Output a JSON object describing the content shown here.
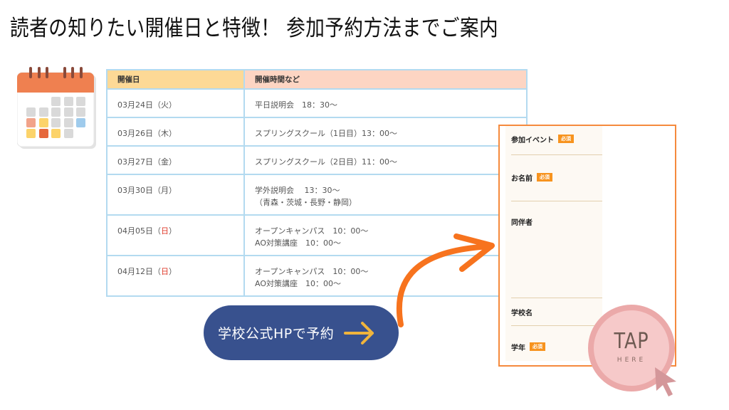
{
  "header": {
    "title": "読者の知りたい開催日と特徴！ 参加予約方法までご案内"
  },
  "calendar_icon": {
    "name": "calendar-icon",
    "colors": {
      "header": "#ef8050",
      "rings": "#8a4a3a",
      "cell_gray": "#d9d9d9",
      "cell_salmon": "#f2a38a",
      "cell_yellow": "#fcd36a",
      "cell_orange": "#e6683c",
      "cell_blue": "#9fcbec"
    }
  },
  "schedule": {
    "headers": [
      "開催日",
      "開催時間など"
    ],
    "rows": [
      {
        "date": "03月24日",
        "day": "（火）",
        "sunday": false,
        "lines": [
          "平日説明会　18：30〜"
        ]
      },
      {
        "date": "03月26日",
        "day": "（木）",
        "sunday": false,
        "lines": [
          "スプリングスクール（1日目）13：00〜"
        ]
      },
      {
        "date": "03月27日",
        "day": "（金）",
        "sunday": false,
        "lines": [
          "スプリングスクール（2日目）11：00〜"
        ]
      },
      {
        "date": "03月30日",
        "day": "（月）",
        "sunday": false,
        "lines": [
          "学外説明会　 13：30〜",
          "（青森・茨城・長野・静岡）"
        ]
      },
      {
        "date": "04月05日",
        "day_open": "（",
        "day_mark": "日",
        "day_close": "）",
        "sunday": true,
        "lines": [
          "オープンキャンパス　10：00〜",
          "AO対策講座　10：00〜"
        ]
      },
      {
        "date": "04月12日",
        "day_open": "（",
        "day_mark": "日",
        "day_close": "）",
        "sunday": true,
        "lines": [
          "オープンキャンパス　10：00〜",
          "AO対策講座　10：00〜"
        ]
      }
    ],
    "colors": {
      "header_date": "#fdd996",
      "header_time": "#fdd5c3",
      "border": "#b3daf0",
      "sunday": "#e03b2b"
    }
  },
  "reserve_button": {
    "label": "学校公式HPで予約",
    "icon": "arrow-right-icon",
    "bg": "#38518e",
    "arrow_color": "#f0b43c"
  },
  "curved_arrow": {
    "icon": "curved-arrow-icon",
    "color": "#f7731e"
  },
  "form": {
    "fields": [
      {
        "label": "参加イベント",
        "required": true
      },
      {
        "label": "お名前",
        "required": true
      },
      {
        "label": "同伴者",
        "required": false
      },
      {
        "label": "学校名",
        "required": false
      },
      {
        "label": "学年",
        "required": true
      }
    ],
    "required_badge": "必須",
    "border_color": "#f58a3d"
  },
  "tap_here": {
    "title": "TAP",
    "subtitle": "HERE",
    "icon": "cursor-pointer-icon"
  }
}
